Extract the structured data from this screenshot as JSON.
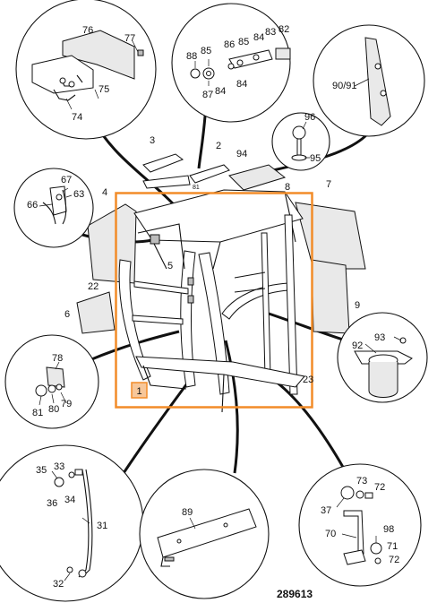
{
  "labels": {
    "l76": "76",
    "l77": "77",
    "l75": "75",
    "l74": "74",
    "l88": "88",
    "l85": "85",
    "l86": "86",
    "l85b": "85",
    "l84a": "84",
    "l83": "83",
    "l82": "82",
    "l87": "87",
    "l84b": "84",
    "l84c": "84",
    "l9091": "90/91",
    "l3": "3",
    "l2": "2",
    "l94": "94",
    "l81": "81",
    "l96": "96",
    "l95": "95",
    "l67": "67",
    "l63": "63",
    "l66": "66",
    "l4": "4",
    "l8": "8",
    "l7": "7",
    "l5": "5",
    "l22": "22",
    "l6": "6",
    "l9": "9",
    "l93": "93",
    "l92": "92",
    "l78": "78",
    "l81b": "81",
    "l80": "80",
    "l79": "79",
    "l1": "1",
    "l23": "23",
    "l35": "35",
    "l33": "33",
    "l34": "34",
    "l36": "36",
    "l31": "31",
    "l32": "32",
    "l89": "89",
    "l73": "73",
    "l72a": "72",
    "l37": "37",
    "l70": "70",
    "l98": "98",
    "l71": "71",
    "l72b": "72"
  },
  "document_number": "289613",
  "highlight": {
    "label": "1",
    "color": "#f28c28"
  }
}
